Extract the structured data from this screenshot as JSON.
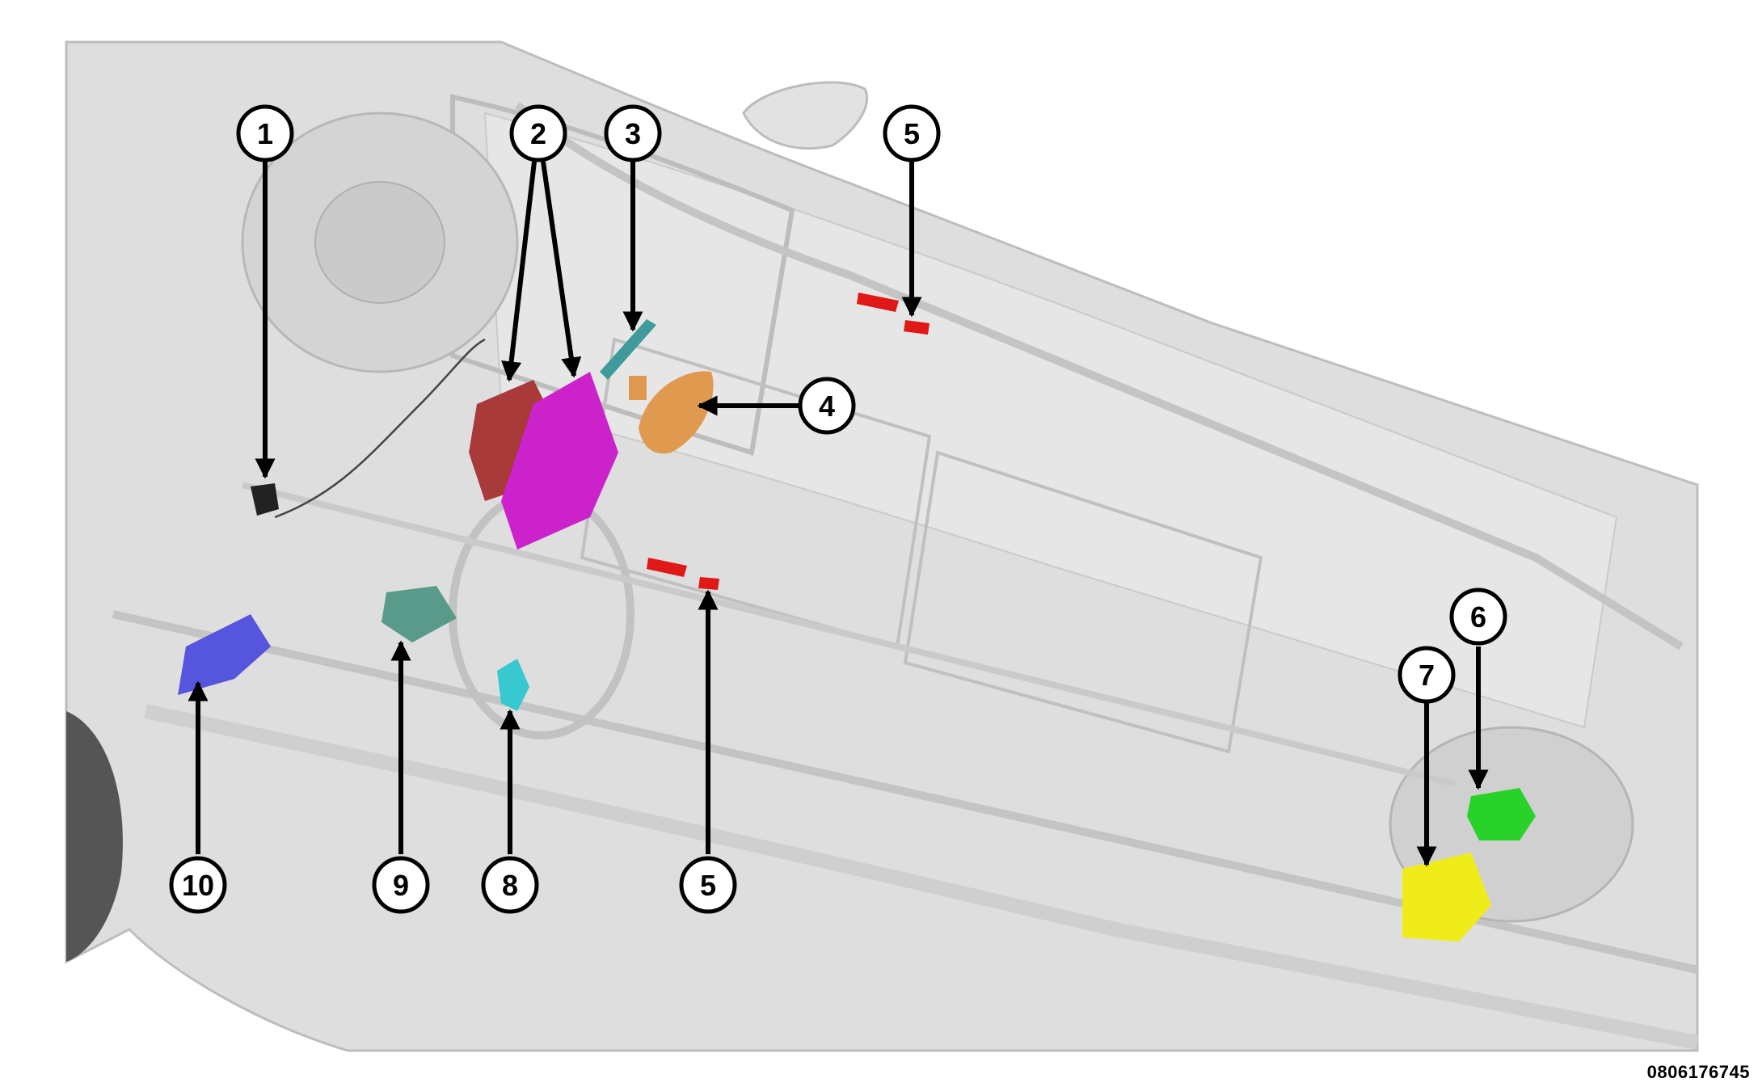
{
  "figure_id": "0806176745",
  "callouts": [
    {
      "label": "1",
      "part": "black-sensor",
      "color": "#222222"
    },
    {
      "label": "2",
      "part": "dark-red-module",
      "color": "#a83a3a"
    },
    {
      "label": "2",
      "part": "magenta-module",
      "color": "#cc22cc"
    },
    {
      "label": "3",
      "part": "teal-sensor",
      "color": "#3f9b9b"
    },
    {
      "label": "4",
      "part": "orange-mirror-module",
      "color": "#e09a50"
    },
    {
      "label": "5",
      "part": "red-sensor-rear",
      "color": "#e01818"
    },
    {
      "label": "5",
      "part": "red-sensor-front",
      "color": "#e01818"
    },
    {
      "label": "6",
      "part": "green-module",
      "color": "#29d229"
    },
    {
      "label": "7",
      "part": "yellow-module",
      "color": "#f0ec1a"
    },
    {
      "label": "8",
      "part": "cyan-switch",
      "color": "#37c8d0"
    },
    {
      "label": "9",
      "part": "grey-green-module",
      "color": "#5a9a8a"
    },
    {
      "label": "10",
      "part": "blue-module",
      "color": "#5555dd"
    }
  ]
}
